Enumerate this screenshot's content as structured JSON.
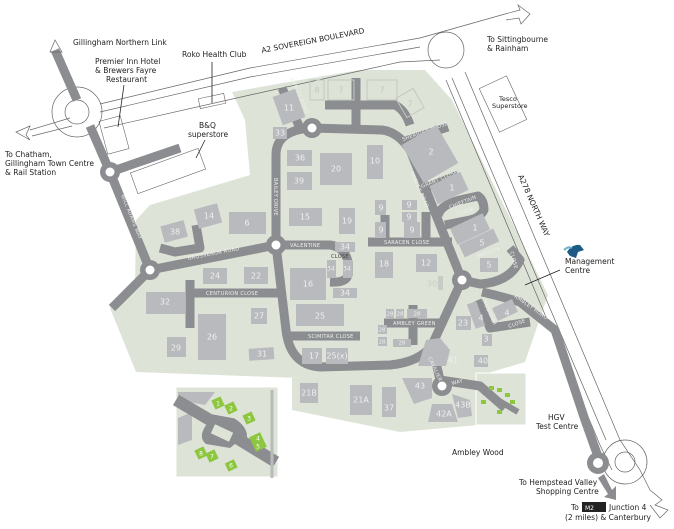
{
  "places": {
    "gillingham_link": "Gillingham Northern Link",
    "premier_inn_1": "Premier Inn Hotel",
    "premier_inn_2": "& Brewers Fayre",
    "premier_inn_3": "Restaurant",
    "roko": "Roko Health Club",
    "bq_1": "B&Q",
    "bq_2": "superstore",
    "chatham_1": "To Chatham,",
    "chatham_2": "Gillingham Town Centre",
    "chatham_3": "& Rail Station",
    "sittingbourne_1": "To Sittingbourne",
    "sittingbourne_2": "& Rainham",
    "tesco_1": "Tesco",
    "tesco_2": "Superstore",
    "management_1": "Management",
    "management_2": "Centre",
    "hgv_1": "HGV",
    "hgv_2": "Test Centre",
    "ambley_wood": "Ambley Wood",
    "hempstead_1": "To Hempstead Valley",
    "hempstead_2": "Shopping Centre",
    "m2_to": "To",
    "m2_badge": "M2",
    "m2_1": "Junction 4",
    "m2_2": "(2 miles) & Canterbury"
  },
  "roads": {
    "a2": "A2  SOVEREIGN BOULEVARD",
    "a278": "A278  NORTH WAY",
    "will_adams": "WILL ADAMS WAY",
    "grosvenor": "GROSVENOR ROAD",
    "bailey": "BAILEY DRIVE",
    "ambley_north": "AMBLEY ROAD",
    "ambley_main": "AMBLEY ROAD",
    "ambley_south": "AMBLEY ROAD",
    "sheridan": "SHERIDAN CLOSE",
    "grant": "GRANT CLOSE",
    "chieftain_1": "CHIEFTAIN",
    "chieftain_2": "CLOSE",
    "saracen": "SARACEN CLOSE",
    "valentine_1": "VALENTINE",
    "valentine_2": "CLOSE",
    "centurion": "CENTURION CLOSE",
    "scimitar": "SCIMITAR CLOSE",
    "ambley_green": "AMBLEY GREEN",
    "matilda_1": "MATILDA",
    "matilda_2": "CLOSE",
    "crusader_1": "CRUSADER",
    "crusader_2": "CLOSE",
    "cavalier": "CAVALIER",
    "way": "WAY"
  },
  "buildings": [
    "11",
    "33",
    "8",
    "7",
    "7",
    "7",
    "36",
    "39",
    "20",
    "10",
    "2",
    "1",
    "1",
    "5",
    "5",
    "15",
    "19",
    "14",
    "6",
    "38",
    "9",
    "9",
    "9",
    "9",
    "9",
    "34",
    "34",
    "34",
    "34",
    "18",
    "12",
    "30",
    "24",
    "22",
    "16",
    "25",
    "32",
    "26",
    "27",
    "29",
    "31",
    "17",
    "25(x)",
    "28",
    "28",
    "28",
    "28",
    "28",
    "28",
    "23",
    "4",
    "4",
    "3",
    "41",
    "40",
    "43",
    "42A",
    "43B",
    "21B",
    "21A",
    "37"
  ],
  "hgv_bays": [
    "1",
    "2",
    "3",
    "4",
    "5",
    "6",
    "7",
    "8"
  ],
  "colors": {
    "site": "#dde4d7",
    "road": "#8c8d90",
    "building": "#b9babe",
    "bay": "#8dc63f",
    "logo": "#1d5a86"
  }
}
